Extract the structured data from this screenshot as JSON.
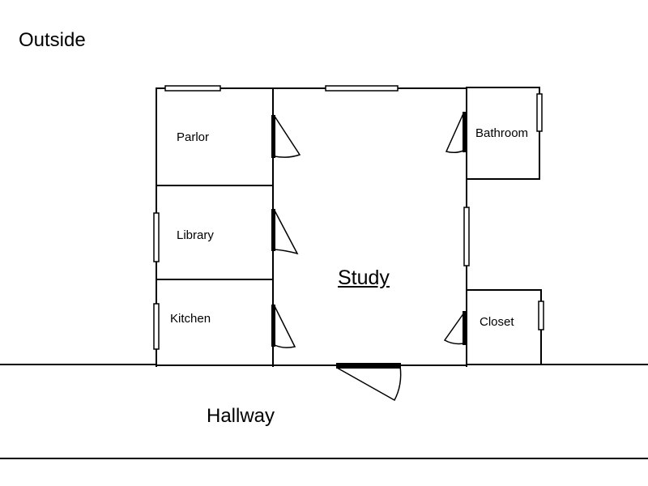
{
  "plan": {
    "regions": {
      "outside": "Outside",
      "hallway": "Hallway"
    },
    "rooms": {
      "parlor": "Parlor",
      "library": "Library",
      "kitchen": "Kitchen",
      "study": "Study",
      "bathroom": "Bathroom",
      "closet": "Closet"
    }
  },
  "colors": {
    "line": "#000000",
    "background": "#ffffff"
  }
}
